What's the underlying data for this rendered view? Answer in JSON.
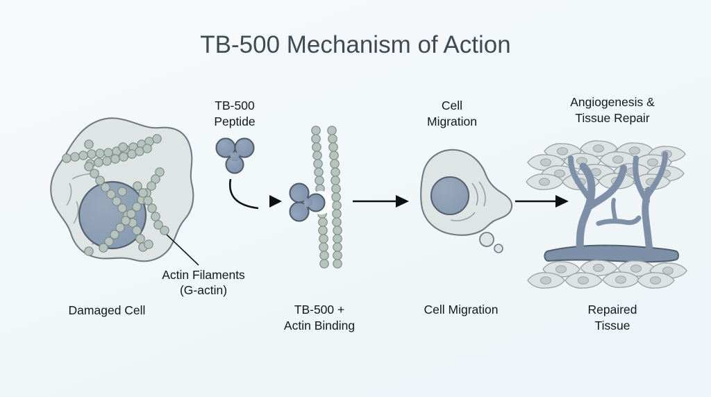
{
  "figure": {
    "title": "TB-500 Mechanism of Action",
    "background_color": "#f4f8fa",
    "title_color": "#3f4a52"
  },
  "palette": {
    "cell_fill": "#dfe4e5",
    "cell_stroke": "#6f7b80",
    "nucleus_fill": "#8d9db2",
    "nucleus_stroke": "#55616e",
    "actin_fill": "#b6c3bf",
    "actin_stroke": "#7b8a85",
    "peptide_fill": "#8396ad",
    "peptide_stroke": "#4f5d6d",
    "vessel_fill": "#7d90a8",
    "vessel_stroke": "#4f5d6d",
    "tissue_fill": "#dde2e3",
    "tissue_stroke": "#96a2a6",
    "arrow_color": "#0d0f11"
  },
  "stages": [
    {
      "id": "damaged-cell",
      "top_label": "",
      "bottom_label": "Damaged Cell",
      "annotation_line_1": "Actin Filaments",
      "annotation_line_2": "(G-actin)"
    },
    {
      "id": "tb500-peptide",
      "top_label_line_1": "TB-500",
      "top_label_line_2": "Peptide",
      "bottom_label": ""
    },
    {
      "id": "actin-binding",
      "top_label": "",
      "bottom_label_line_1": "TB-500 +",
      "bottom_label_line_2": "Actin Binding"
    },
    {
      "id": "cell-migration",
      "top_label_line_1": "Cell",
      "top_label_line_2": "Migration",
      "bottom_label": "Cell Migration"
    },
    {
      "id": "tissue-repair",
      "top_label_line_1": "Angiogenesis &",
      "top_label_line_2": "Tissue Repair",
      "bottom_label_line_1": "Repaired",
      "bottom_label_line_2": "Tissue"
    }
  ]
}
